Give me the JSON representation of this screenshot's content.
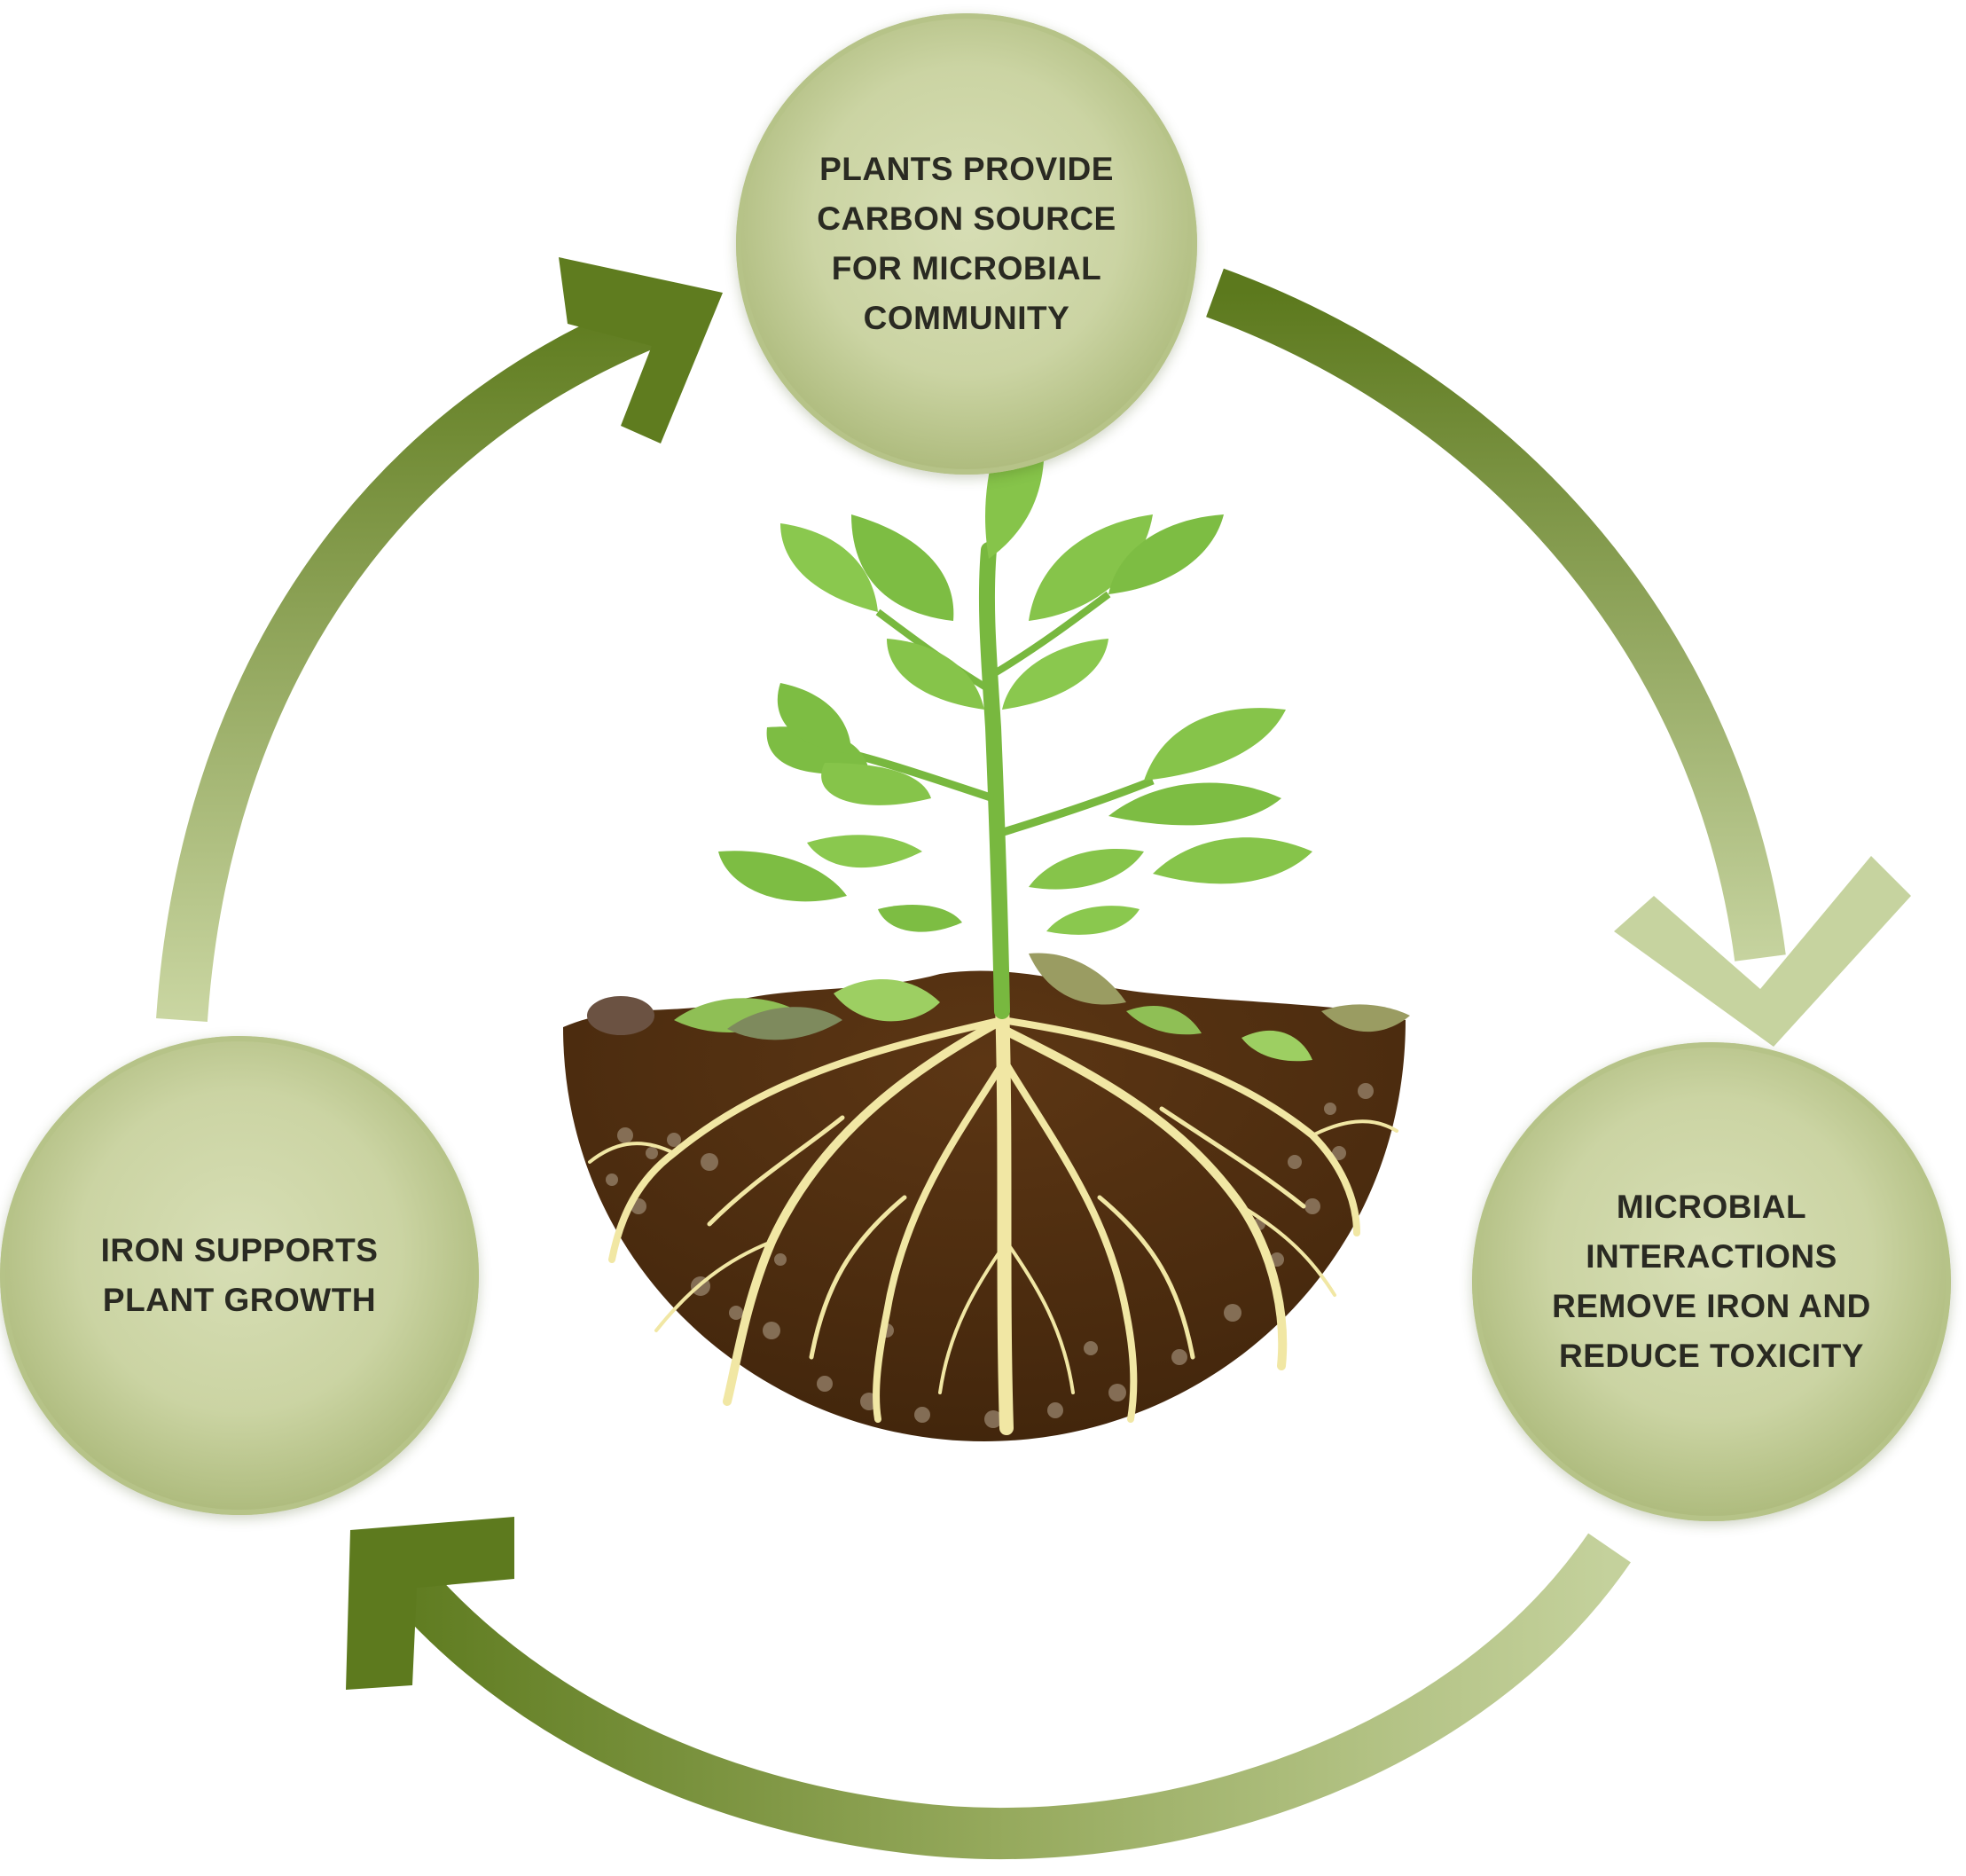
{
  "nodes": {
    "top": {
      "text": "PLANTS PROVIDE\nCARBON SOURCE\nFOR MICROBIAL\nCOMMUNITY"
    },
    "right": {
      "text": "MICROBIAL\nINTERACTIONS\nREMOVE IRON AND\nREDUCE TOXICITY"
    },
    "left": {
      "text": "IRON SUPPORTS\nPLANT GROWTH"
    }
  },
  "colors": {
    "arrow_dark": "#5d7a1e",
    "arrow_light": "#c2cf98",
    "node_fill": "#cbd4a3",
    "soil": "#5a3413",
    "roots": "#f1e7a4",
    "leaf": "#86c44a"
  },
  "icons": [
    "plant-illustration",
    "soil-hemisphere",
    "roots-illustration"
  ]
}
